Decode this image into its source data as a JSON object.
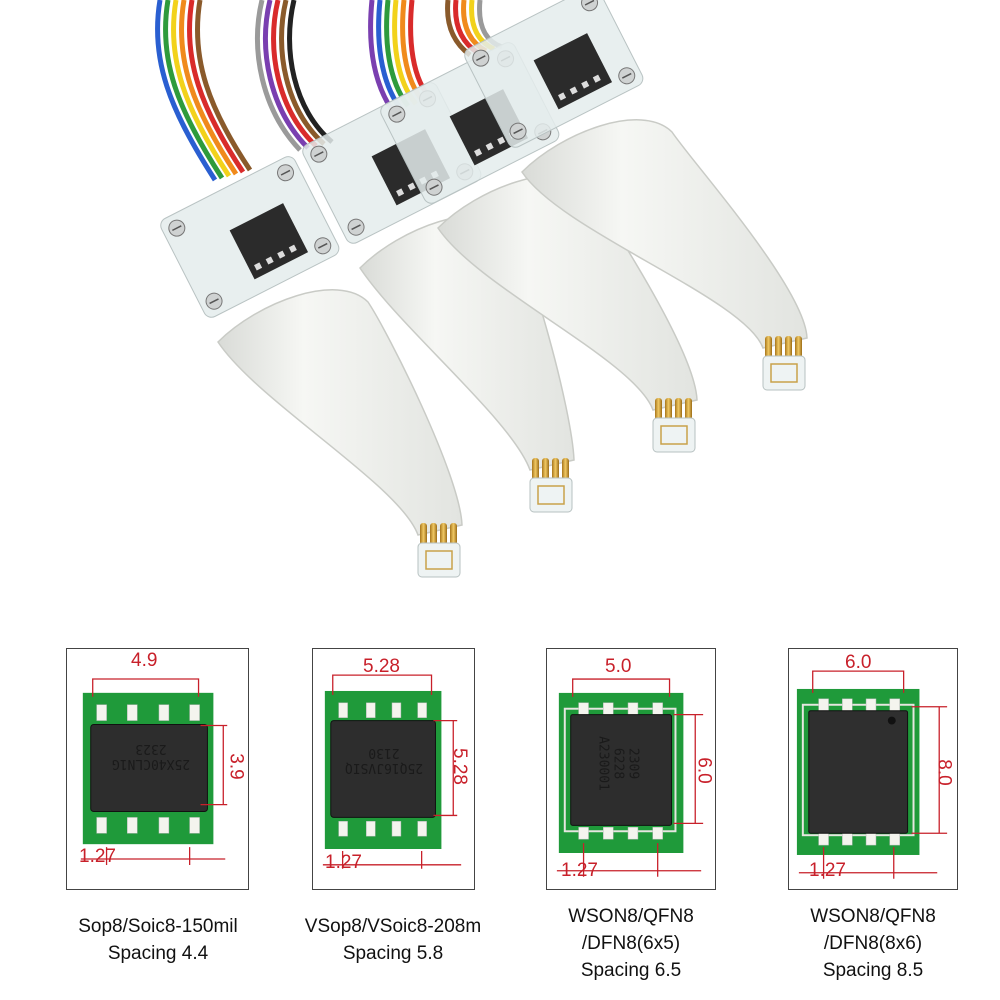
{
  "photo": {
    "probe_count": 4,
    "colors": {
      "housing": "#f1f2ef",
      "clear_shell": "#e4ecec",
      "pins": "#d4a23a",
      "cable_colors": [
        "#8a5a2b",
        "#d92b2b",
        "#f08a1c",
        "#f2d21b",
        "#2e9b3c",
        "#2a5fd1",
        "#7a3fb0",
        "#9a9a9a"
      ]
    }
  },
  "packages": [
    {
      "id": "sop8",
      "width_label": "4.9",
      "height_label": "3.9",
      "pitch_label": "1.27",
      "chip_marking": [
        "2323",
        "25X40CLN1G"
      ],
      "caption": [
        "Sop8/Soic8-150mil",
        "Spacing 4.4"
      ]
    },
    {
      "id": "vsop8",
      "width_label": "5.28",
      "height_label": "5.28",
      "pitch_label": "1.27",
      "chip_marking": [
        "2130",
        "25Q16JVSIQ"
      ],
      "caption": [
        "VSop8/VSoic8-208m",
        "Spacing 5.8"
      ]
    },
    {
      "id": "wson8-6x5",
      "width_label": "5.0",
      "height_label": "6.0",
      "pitch_label": "1.27",
      "chip_marking": [
        "2309",
        "6228",
        "A230001"
      ],
      "caption": [
        "WSON8/QFN8",
        "/DFN8(6x5)",
        "Spacing 6.5"
      ]
    },
    {
      "id": "wson8-8x6",
      "width_label": "6.0",
      "height_label": "8.0",
      "pitch_label": "1.27",
      "chip_marking": [],
      "caption": [
        "WSON8/QFN8",
        "/DFN8(8x6)",
        "Spacing 8.5"
      ]
    }
  ],
  "dimension_color": "#c8202a",
  "pcb_color": "#1f9a3a"
}
